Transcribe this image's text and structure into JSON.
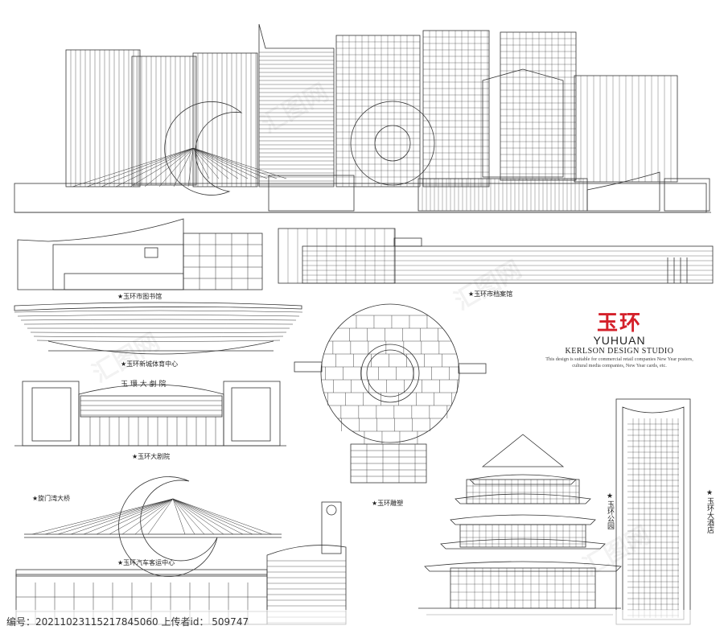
{
  "brand": {
    "title_cn": "玉环",
    "title_en": "YUHUAN",
    "studio": "KERLSON DESIGN STUDIO",
    "desc_line1": "This design is suitable for commercial retail companies New Year posters,",
    "desc_line2": "cultural media companies, New Year cards, etc.",
    "accent_color": "#d4202a"
  },
  "captions": {
    "library": "★玉环市图书馆",
    "archives": "★玉环市档案馆",
    "sports_center": "★玉环新城体育中心",
    "theater": "★玉环大剧院",
    "bridge": "★旋门湾大桥",
    "sculpture": "★玉环雕塑",
    "bus_center": "★玉环汽车客运中心",
    "park": "★玉环公园",
    "hotel": "★玉环大酒店"
  },
  "footer": {
    "text": "编号：20211023115217845060 上传者id： 509747"
  },
  "watermark": "汇图网"
}
